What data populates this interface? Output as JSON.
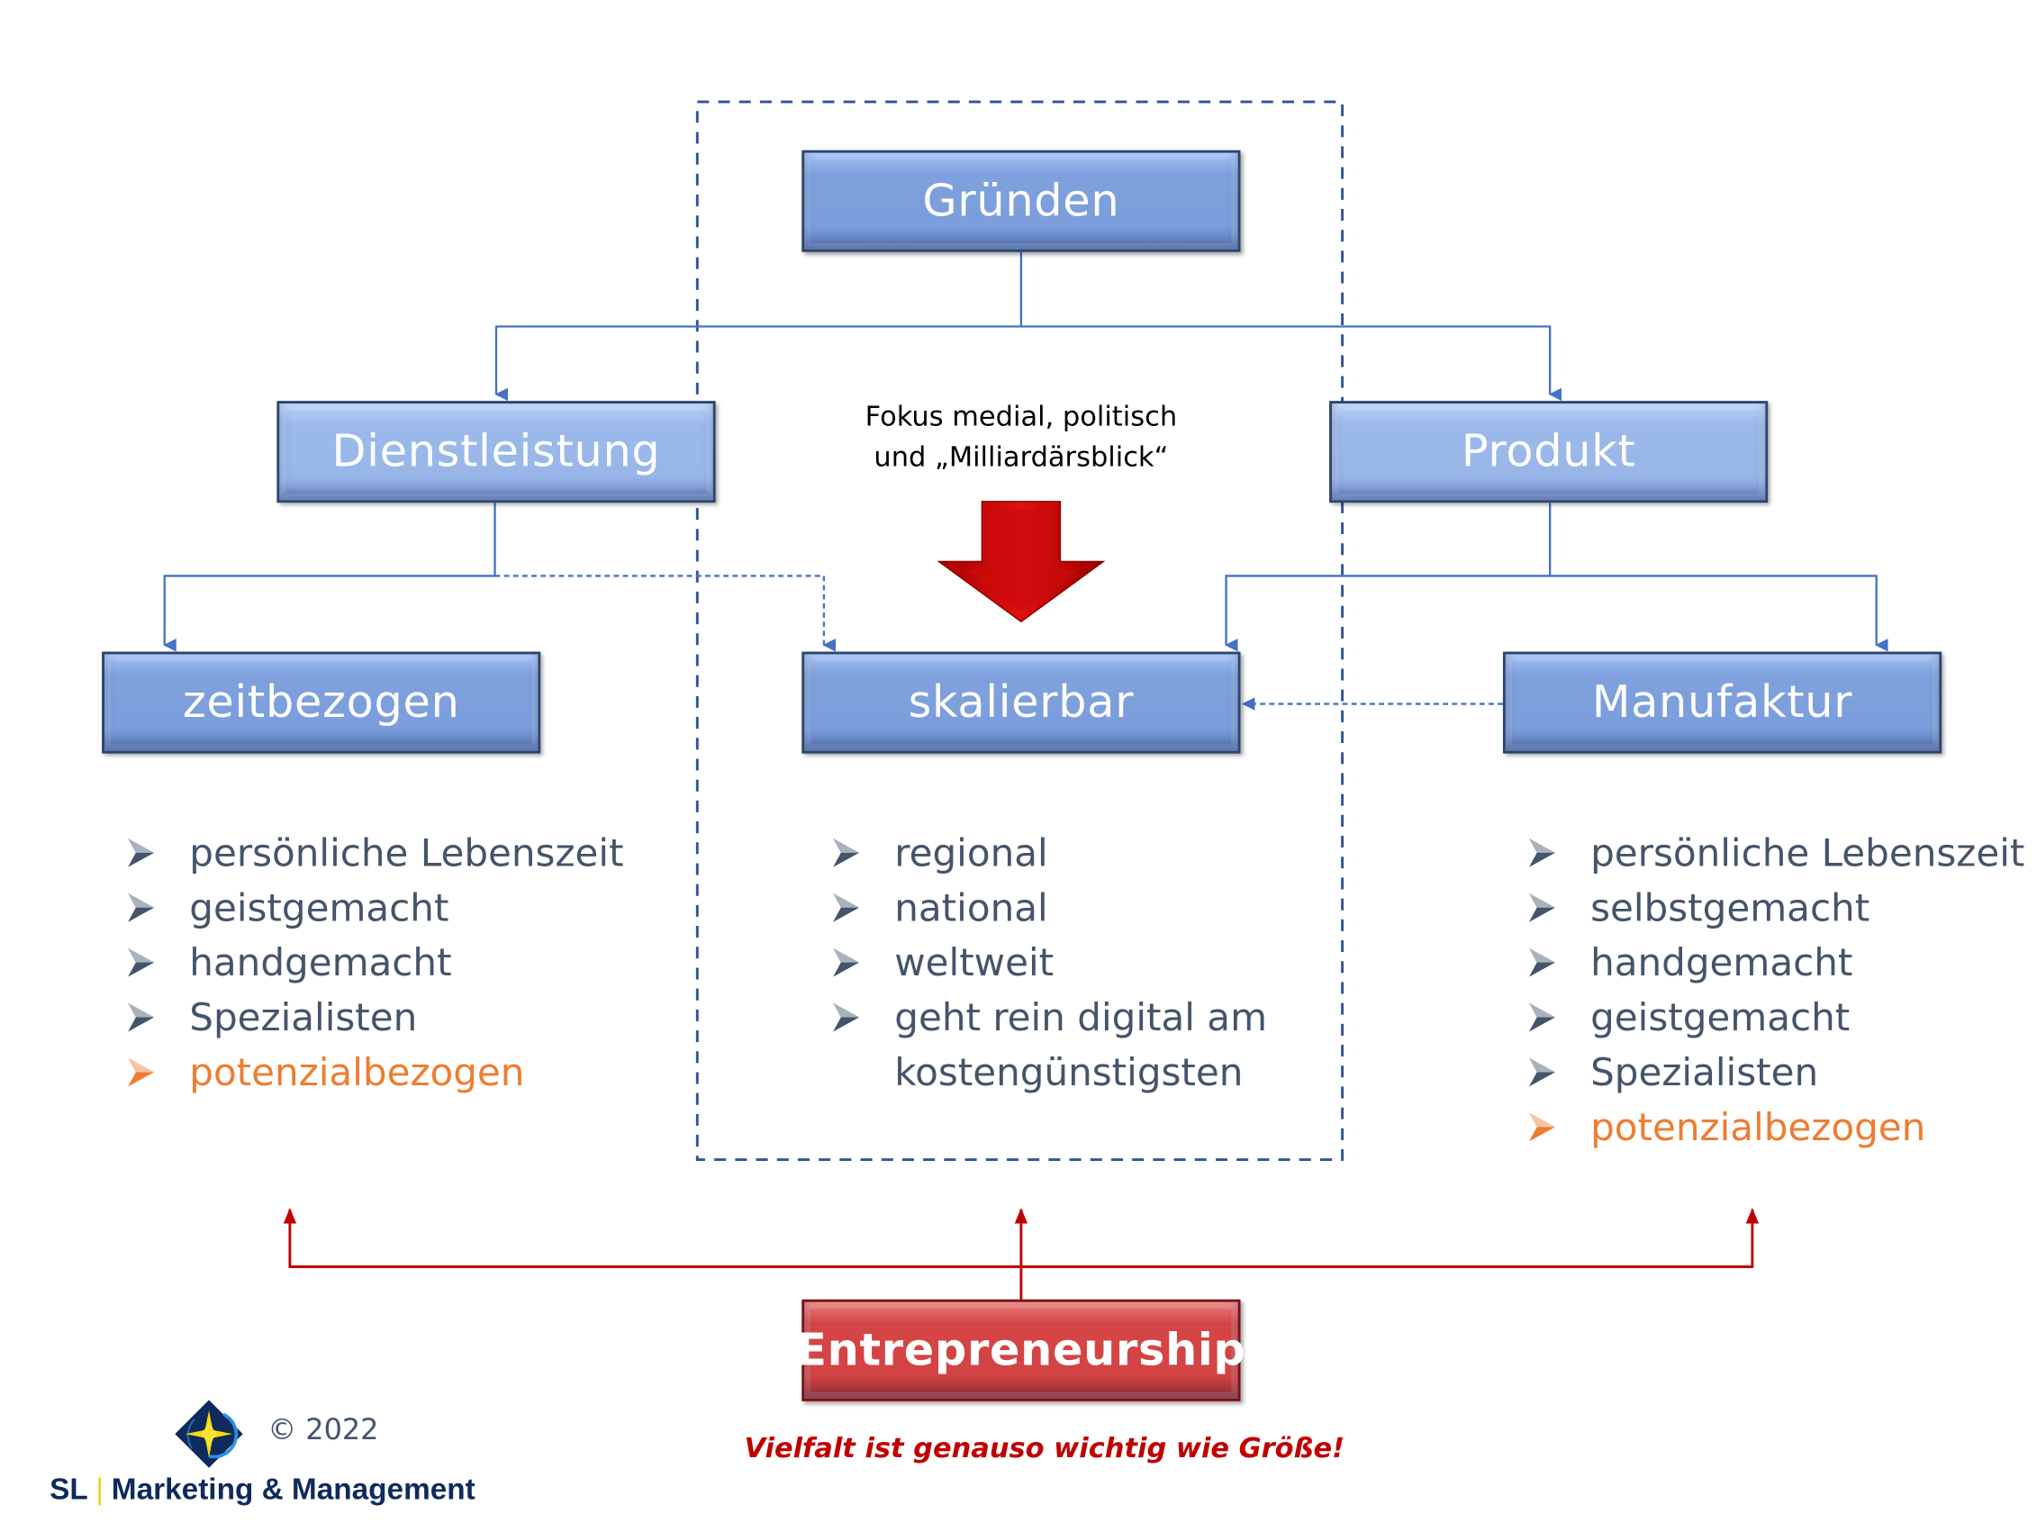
{
  "nodes": {
    "root": "Gründen",
    "service": "Dienstleistung",
    "product": "Produkt",
    "time_based": "zeitbezogen",
    "scalable": "skalierbar",
    "manufactory": "Manufaktur",
    "entrepreneurship": "Entrepreneurship"
  },
  "focus_note": {
    "line1": "Fokus medial, politisch",
    "line2": "und „Milliardärsblick“"
  },
  "lists": {
    "time_based": [
      {
        "text": "persönliche Lebenszeit",
        "highlight": false
      },
      {
        "text": "geistgemacht",
        "highlight": false
      },
      {
        "text": "handgemacht",
        "highlight": false
      },
      {
        "text": "Spezialisten",
        "highlight": false
      },
      {
        "text": "potenzialbezogen",
        "highlight": true
      }
    ],
    "scalable": [
      {
        "text": "regional",
        "highlight": false
      },
      {
        "text": "national",
        "highlight": false
      },
      {
        "text": "weltweit",
        "highlight": false
      },
      {
        "text": "geht rein digital am kostengünstigsten",
        "highlight": false
      }
    ],
    "manufactory": [
      {
        "text": "persönliche Lebenszeit",
        "highlight": false
      },
      {
        "text": "selbstgemacht",
        "highlight": false
      },
      {
        "text": "handgemacht",
        "highlight": false
      },
      {
        "text": "geistgemacht",
        "highlight": false
      },
      {
        "text": "Spezialisten",
        "highlight": false
      },
      {
        "text": "potenzialbezogen",
        "highlight": true
      }
    ]
  },
  "slogan": "Vielfalt ist genauso wichtig wie Größe!",
  "footer": {
    "copyright": "© 2022",
    "brand_short": "SL",
    "brand_separator": "|",
    "brand_name": "Marketing & Management",
    "logo_icon": "compass-star-icon"
  },
  "colors": {
    "node_blue": "#7c9edc",
    "node_red": "#d34444",
    "connector_blue": "#4472c4",
    "connector_red": "#c00000",
    "list_text": "#44546a",
    "highlight_orange": "#ed7d31",
    "dashed_frame": "#2f5597"
  }
}
